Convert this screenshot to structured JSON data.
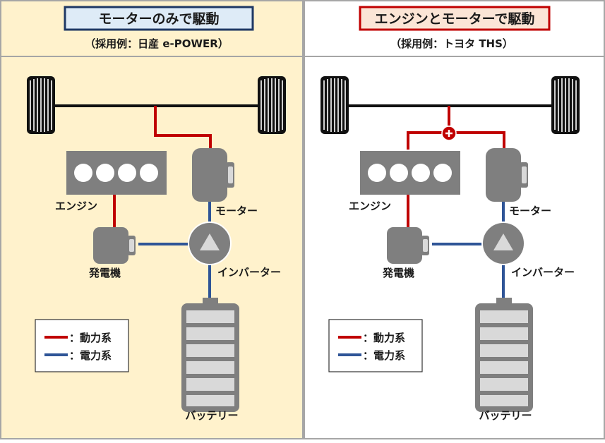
{
  "left_panel": {
    "title": "モーターのみで駆動",
    "subtitle": "（採用例：日産 e-POWER）",
    "labels": {
      "engine": "エンジン",
      "motor": "モーター",
      "generator": "発電機",
      "inverter": "インバーター",
      "battery": "バッテリー"
    },
    "legend": {
      "power_train": "：動力系",
      "electric": "：電力系"
    }
  },
  "right_panel": {
    "title": "エンジンとモーターで駆動",
    "subtitle": "（採用例：トヨタ THS）",
    "labels": {
      "engine": "エンジン",
      "motor": "モーター",
      "generator": "発電機",
      "inverter": "インバーター",
      "battery": "バッテリー"
    },
    "legend": {
      "power_train": "：動力系",
      "electric": "：電力系"
    }
  },
  "colors": {
    "left_background": "#fff2cc",
    "right_background": "#ffffff",
    "left_title_border": "#1f3864",
    "left_title_fill": "#deebf7",
    "right_title_border": "#c00000",
    "right_title_fill": "#fbe5d6",
    "power_train_line": "#c00000",
    "electric_line": "#2f5597",
    "component_gray": "#7f7f7f",
    "panel_border": "#a6a6a6"
  }
}
